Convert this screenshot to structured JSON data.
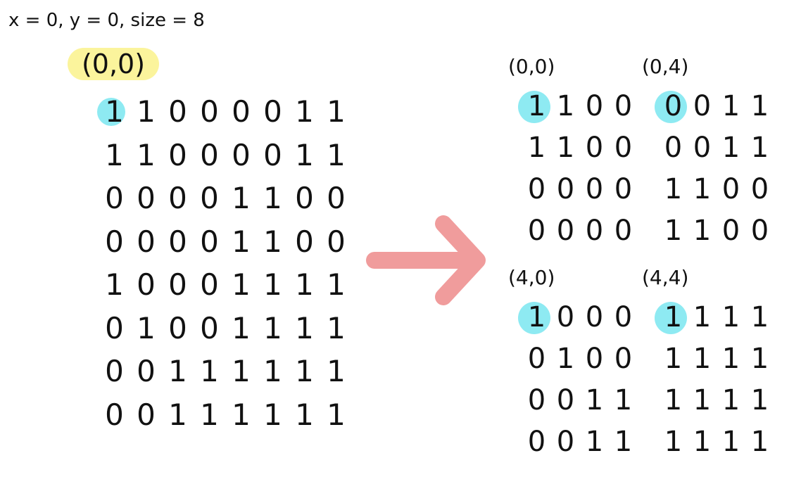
{
  "header": "x = 0, y = 0, size = 8",
  "source": {
    "label": "(0,0)",
    "label_color": "#fbf49c",
    "rows": [
      [
        "1",
        "1",
        "0",
        "0",
        "0",
        "0",
        "1",
        "1"
      ],
      [
        "1",
        "1",
        "0",
        "0",
        "0",
        "0",
        "1",
        "1"
      ],
      [
        "0",
        "0",
        "0",
        "0",
        "1",
        "1",
        "0",
        "0"
      ],
      [
        "0",
        "0",
        "0",
        "0",
        "1",
        "1",
        "0",
        "0"
      ],
      [
        "1",
        "0",
        "0",
        "0",
        "1",
        "1",
        "1",
        "1"
      ],
      [
        "0",
        "1",
        "0",
        "0",
        "1",
        "1",
        "1",
        "1"
      ],
      [
        "0",
        "0",
        "1",
        "1",
        "1",
        "1",
        "1",
        "1"
      ],
      [
        "0",
        "0",
        "1",
        "1",
        "1",
        "1",
        "1",
        "1"
      ]
    ]
  },
  "highlight_color": "#8eeaf2",
  "arrow_color": "#f09c9c",
  "quadrants": [
    {
      "label": "(0,0)",
      "rows": [
        [
          "1",
          "1",
          "0",
          "0"
        ],
        [
          "1",
          "1",
          "0",
          "0"
        ],
        [
          "0",
          "0",
          "0",
          "0"
        ],
        [
          "0",
          "0",
          "0",
          "0"
        ]
      ]
    },
    {
      "label": "(0,4)",
      "rows": [
        [
          "0",
          "0",
          "1",
          "1"
        ],
        [
          "0",
          "0",
          "1",
          "1"
        ],
        [
          "1",
          "1",
          "0",
          "0"
        ],
        [
          "1",
          "1",
          "0",
          "0"
        ]
      ]
    },
    {
      "label": "(4,0)",
      "rows": [
        [
          "1",
          "0",
          "0",
          "0"
        ],
        [
          "0",
          "1",
          "0",
          "0"
        ],
        [
          "0",
          "0",
          "1",
          "1"
        ],
        [
          "0",
          "0",
          "1",
          "1"
        ]
      ]
    },
    {
      "label": "(4,4)",
      "rows": [
        [
          "1",
          "1",
          "1",
          "1"
        ],
        [
          "1",
          "1",
          "1",
          "1"
        ],
        [
          "1",
          "1",
          "1",
          "1"
        ],
        [
          "1",
          "1",
          "1",
          "1"
        ]
      ]
    }
  ]
}
